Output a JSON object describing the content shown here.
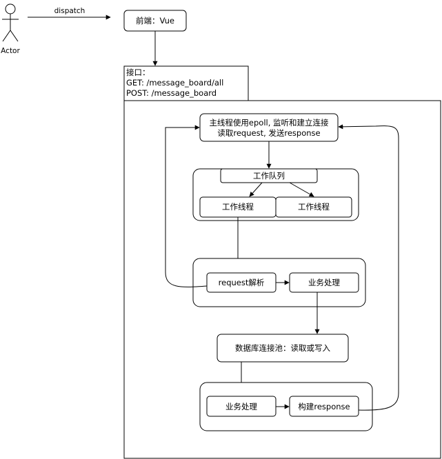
{
  "actor": {
    "label": "Actor"
  },
  "edges": {
    "dispatch_label": "dispatch"
  },
  "frontend": {
    "label": "前端：Vue"
  },
  "interface": {
    "title": "接口：",
    "get_line": "GET:    /message_board/all",
    "post_line": "POST: /message_board"
  },
  "main_thread": {
    "line1": "主线程使用epoll, 监听和建立连接",
    "line2": "读取request, 发送response"
  },
  "work_queue": {
    "label": "工作队列"
  },
  "worker_threads": [
    {
      "label": "工作线程"
    },
    {
      "label": "工作线程"
    }
  ],
  "request_parse": {
    "label": "request解析"
  },
  "business_1": {
    "label": "业务处理"
  },
  "db_pool": {
    "label": "数据库连接池：读取或写入"
  },
  "business_2": {
    "label": "业务处理"
  },
  "build_response": {
    "label": "构建response"
  }
}
